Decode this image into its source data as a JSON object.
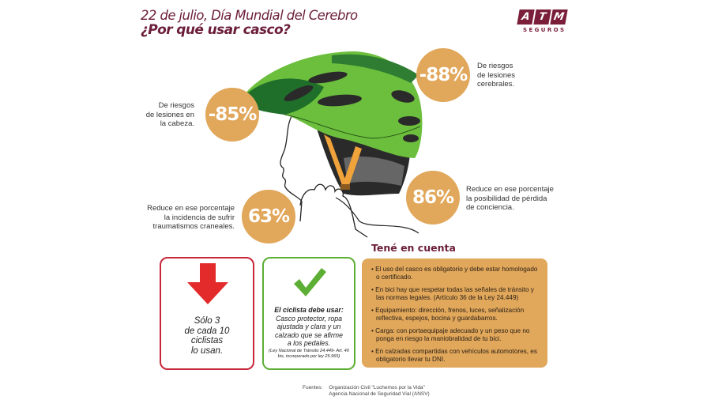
{
  "header": {
    "title_line1": "22 de julio, Día Mundial del Cerebro",
    "title_line2": "¿Por qué usar casco?"
  },
  "logo": {
    "letters": [
      "A",
      "T",
      "M"
    ],
    "subtitle": "SEGUROS",
    "color": "#7a1e3a"
  },
  "illustration": {
    "icon": "helmet-head-illustration",
    "helmet_color": "#6cbf3c",
    "strap_color": "#f0a23b"
  },
  "stats": [
    {
      "value": "-85%",
      "label": [
        "De riesgos",
        "de lesiones en",
        "la cabeza."
      ]
    },
    {
      "value": "-88%",
      "label": [
        "De riesgos",
        "de lesiones",
        "cerebrales."
      ]
    },
    {
      "value": "63%",
      "label": [
        "Reduce en ese porcentaje",
        "la incidencia de sufrir",
        "traumatismos craneales."
      ]
    },
    {
      "value": "86%",
      "label": [
        "Reduce en ese porcentaje",
        "la posibilidad de pérdida",
        "de conciencia."
      ]
    }
  ],
  "stat_color": "#e1a75a",
  "card_usage": {
    "icon": "down-arrow-icon",
    "lines": [
      "Sólo 3",
      "de cada 10",
      "ciclistas",
      "lo usan."
    ],
    "color": "#e32b2b"
  },
  "card_requirements": {
    "icon": "checkmark-icon",
    "heading": "El ciclista debe usar:",
    "lines": [
      "Casco protector, ropa",
      "ajustada y clara y un",
      "calzado que se afirme",
      "a los pedales."
    ],
    "legal": [
      "(Ley Nacional de Tránsito 24.449- Art. 40",
      "bis, incorporado por ley 25.965)"
    ],
    "color": "#5cae35"
  },
  "tips": {
    "title": "Tené en cuenta",
    "items": [
      "El uso del casco es obligatorio y debe estar homologado o certificado.",
      "En bici hay que respetar todas las señales de tránsito y las normas legales. (Artículo 36 de la Ley 24.449)",
      "Equipamiento: dirección, frenos, luces, señalización reflectiva, espejos, bocina y guardabarros.",
      "Carga: con portaequipaje adecuado y un peso que no ponga en riesgo la maniobralidad de tu bici.",
      "En calzadas compartidas con vehículos automotores, es obligatorio llevar tu DNI."
    ]
  },
  "sources": {
    "label": "Fuentes:",
    "items": [
      "Organización Civil \"Luchemos por la Vida\"",
      "Agencia Nacional de Seguridad Vial (ANSV)"
    ]
  }
}
